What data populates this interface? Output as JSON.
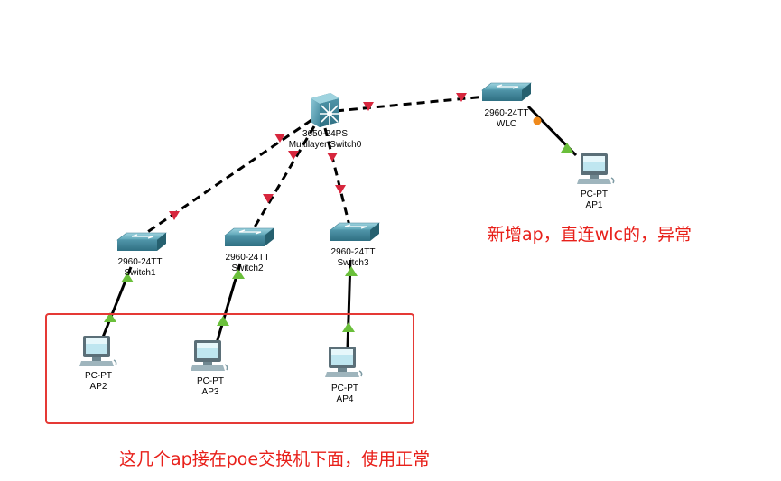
{
  "devices": {
    "multilayer": {
      "model": "3650-24PS",
      "name": "Multilayer Switch0",
      "icon": "multilayer-switch-icon"
    },
    "wlc": {
      "model": "2960-24TT",
      "name": "WLC",
      "icon": "switch-icon"
    },
    "switch1": {
      "model": "2960-24TT",
      "name": "Switch1",
      "icon": "switch-icon"
    },
    "switch2": {
      "model": "2960-24TT",
      "name": "Switch2",
      "icon": "switch-icon"
    },
    "switch3": {
      "model": "2960-24TT",
      "name": "Switch3",
      "icon": "switch-icon"
    },
    "ap1": {
      "model": "PC-PT",
      "name": "AP1",
      "icon": "pc-icon"
    },
    "ap2": {
      "model": "PC-PT",
      "name": "AP2",
      "icon": "pc-icon"
    },
    "ap3": {
      "model": "PC-PT",
      "name": "AP3",
      "icon": "pc-icon"
    },
    "ap4": {
      "model": "PC-PT",
      "name": "AP4",
      "icon": "pc-icon"
    }
  },
  "annotations": {
    "wlc_note": "新增ap，直连wlc的，异常",
    "poe_note": "这几个ap接在poe交换机下面，使用正常"
  },
  "colors": {
    "link_down_marker": "#d7263d",
    "link_up_marker": "#6abf3b",
    "link_amber_marker": "#f08a1c",
    "annotation_red": "#e8201a",
    "highlight_box": "#e53935"
  }
}
